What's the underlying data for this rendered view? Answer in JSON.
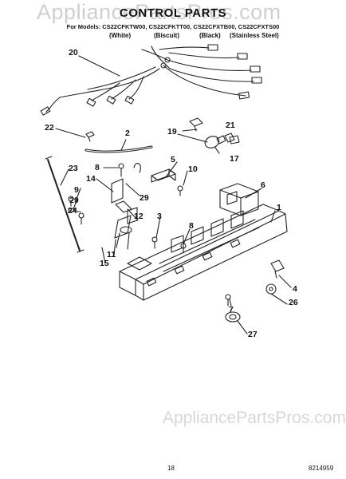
{
  "watermark": "AppliancePartsPros.com",
  "title": "CONTROL PARTS",
  "models_line": "For Models: CS22CFKTW00, CS22CFKTT00, CS22CFXTB00, CS22CFXTS00",
  "variants": [
    "(White)",
    "(Biscuit)",
    "(Black)",
    "(Stainless Steel)"
  ],
  "callouts": {
    "c1": "1",
    "c2": "2",
    "c3": "3",
    "c4": "4",
    "c5": "5",
    "c6": "6",
    "c7": "7",
    "c8a": "8",
    "c8b": "8",
    "c9": "9",
    "c10": "10",
    "c11": "11",
    "c12": "12",
    "c14": "14",
    "c15": "15",
    "c17": "17",
    "c19": "19",
    "c20": "20",
    "c21": "21",
    "c22": "22",
    "c23": "23",
    "c24": "24",
    "c26": "26",
    "c27": "27",
    "c29a": "29",
    "c29b": "29"
  },
  "footer": {
    "page": "18",
    "doc_number": "8214959"
  }
}
